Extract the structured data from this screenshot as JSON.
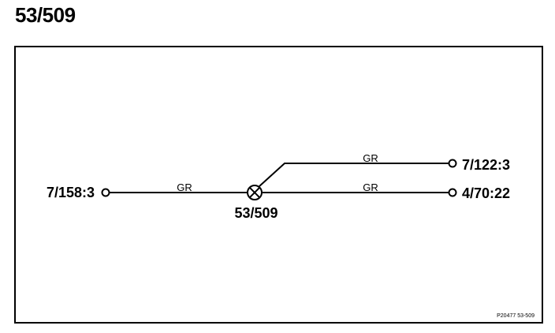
{
  "title": "53/509",
  "splice": {
    "label": "53/509"
  },
  "nodes": [
    {
      "id": "left",
      "label": "7/158:3"
    },
    {
      "id": "upper-right",
      "label": "7/122:3"
    },
    {
      "id": "lower-right",
      "label": "4/70:22"
    }
  ],
  "wires": [
    {
      "from": "left",
      "to": "splice",
      "label": "GR"
    },
    {
      "from": "splice",
      "to": "upper-right",
      "label": "GR"
    },
    {
      "from": "splice",
      "to": "lower-right",
      "label": "GR"
    }
  ],
  "reference": "P20477 53-509"
}
